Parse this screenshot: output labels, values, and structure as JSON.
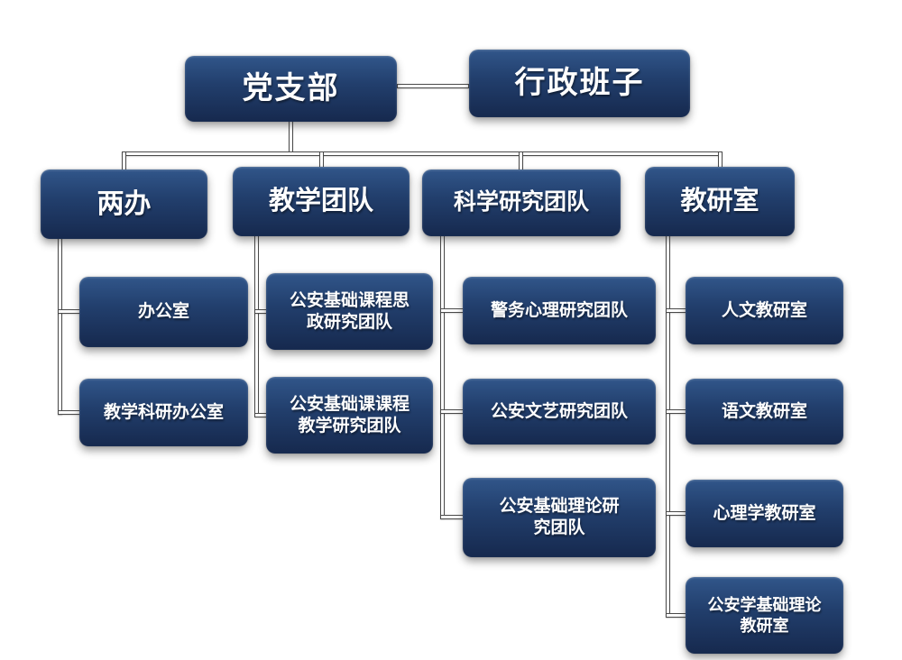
{
  "org_chart": {
    "top": {
      "party_branch": "党支部",
      "admin_team": "行政班子"
    },
    "level2": {
      "liangban": "两办",
      "teaching_team": "教学团队",
      "science_research_team": "科学研究团队",
      "jiaoyanshi": "教研室"
    },
    "liangban_children": {
      "office": "办公室",
      "teaching_research_office": "教学科研办公室"
    },
    "teaching_team_children": {
      "ideology_research_team": "公安基础课程思\n政研究团队",
      "curriculum_teaching_research_team": "公安基础课课程\n教学研究团队"
    },
    "science_team_children": {
      "police_psychology_team": "警务心理研究团队",
      "police_arts_team": "公安文艺研究团队",
      "police_basic_theory_team": "公安基础理论研\n究团队"
    },
    "jiaoyanshi_children": {
      "humanities_office": "人文教研室",
      "chinese_office": "语文教研室",
      "psychology_office": "心理学教研室",
      "police_basic_theory_office": "公安学基础理论\n教研室"
    },
    "colors": {
      "node_fill_top": "#31568a",
      "node_fill_bottom": "#16294e",
      "text": "#ffffff",
      "line_edge": "#4a4a4a"
    }
  }
}
